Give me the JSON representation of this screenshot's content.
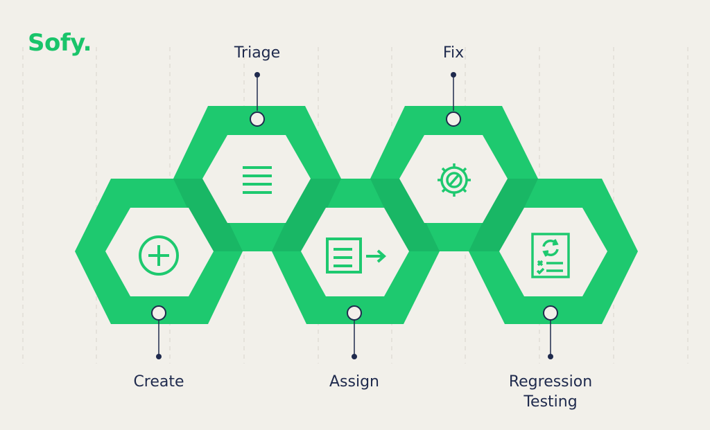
{
  "brand": {
    "logo_text": "Sofy."
  },
  "colors": {
    "background": "#f2f0ea",
    "hexagon_green": "#1ec96f",
    "hexagon_dark_green": "#16a85c",
    "inner_fill": "#f2f0ea",
    "label_text": "#1f2a4d",
    "connector_dot": "#1f2a4d"
  },
  "steps": [
    {
      "id": "create",
      "label": "Create",
      "icon": "plus-circle-icon"
    },
    {
      "id": "triage",
      "label": "Triage",
      "icon": "list-lines-icon"
    },
    {
      "id": "assign",
      "label": "Assign",
      "icon": "form-arrow-icon"
    },
    {
      "id": "fix",
      "label": "Fix",
      "icon": "gear-wrench-icon"
    },
    {
      "id": "regression",
      "label": "Regression\nTesting",
      "icon": "test-checklist-icon"
    }
  ]
}
